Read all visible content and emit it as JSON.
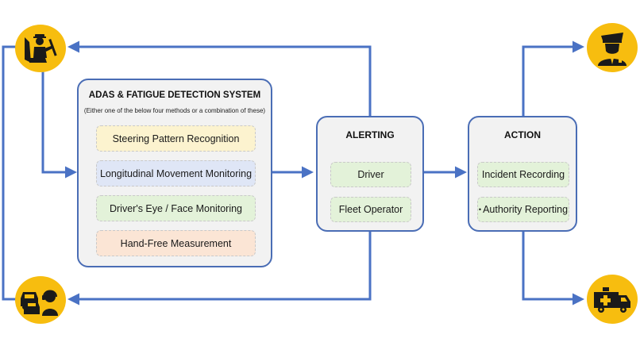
{
  "colors": {
    "connector": "#4a72c4",
    "panel_border": "#4a6db5",
    "icon_circle": "#f7bd0f",
    "icon_ink": "#1a1a1a"
  },
  "adas": {
    "title": "ADAS & FATIGUE DETECTION SYSTEM",
    "subtitle": "(Either one of the below four methods or a combination of these)",
    "methods": [
      "Steering Pattern Recognition",
      "Longitudinal Movement Monitoring",
      "Driver's Eye / Face Monitoring",
      "Hand-Free Measurement"
    ]
  },
  "alerting": {
    "title": "ALERTING",
    "items": [
      "Driver",
      "Fleet Operator"
    ]
  },
  "action": {
    "title": "ACTION",
    "items": [
      "Incident Recording",
      "Authority Reporting"
    ],
    "bullet": "•"
  },
  "icons": [
    "driver-icon",
    "fleet-operator-icon",
    "police-officer-icon",
    "ambulance-icon"
  ]
}
